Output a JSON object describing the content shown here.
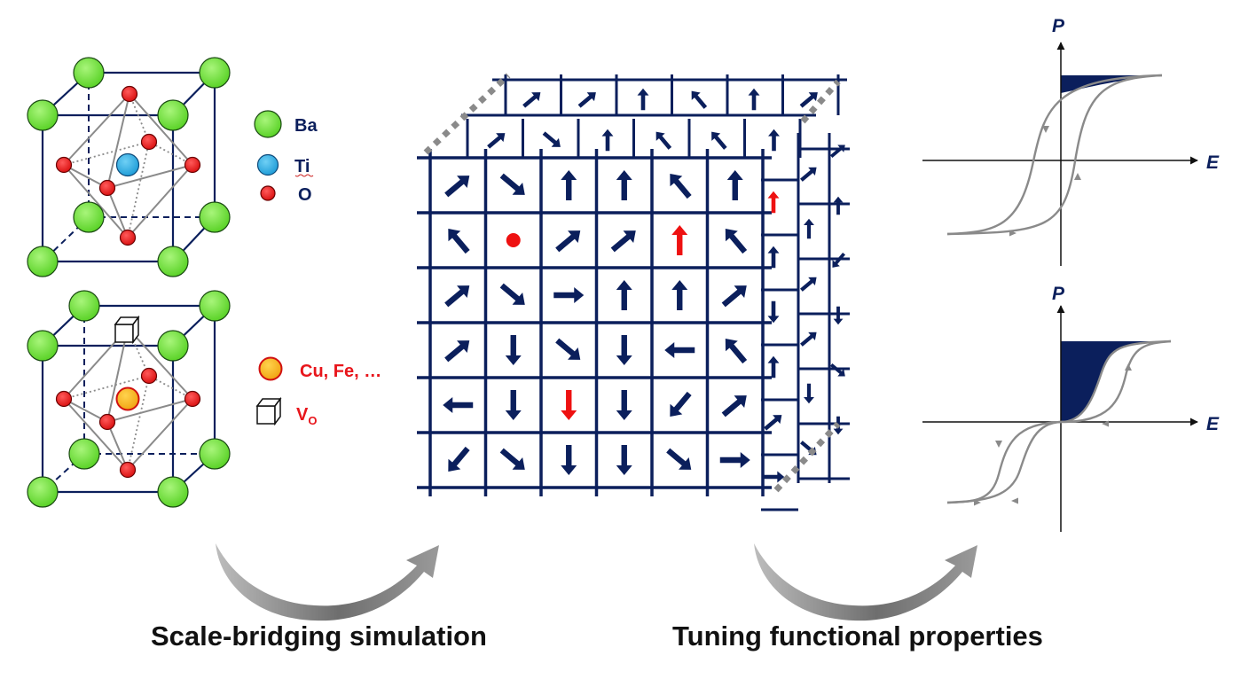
{
  "legend": {
    "ba": "Ba",
    "ti": "Ti",
    "o": "O",
    "dopant": "Cu, Fe, …",
    "vacancy_main": "V",
    "vacancy_sub": "O"
  },
  "loops": {
    "top": {
      "y_label": "P",
      "x_label": "E"
    },
    "bottom": {
      "y_label": "P",
      "x_label": "E"
    }
  },
  "captions": {
    "left": "Scale-bridging simulation",
    "right": "Tuning functional properties"
  },
  "colors": {
    "ba": "#66dd33",
    "ti": "#22a8e0",
    "oxygen": "#ee1111",
    "dopant": "#f5b21e",
    "navy": "#0b1f5c",
    "defect_red": "#ee1111",
    "loop_gray": "#8a8a8a",
    "curved_arrow": "#7a7a7a"
  },
  "lattice": {
    "front_dipoles": [
      [
        "up-right",
        "down-right",
        "up",
        "up",
        "up-left",
        "up"
      ],
      [
        "up-left",
        "defect-dot",
        "up-right",
        "up-right",
        "red-up",
        "up-left"
      ],
      [
        "up-right",
        "down-right",
        "right",
        "up",
        "up",
        "up-right"
      ],
      [
        "up-right",
        "down",
        "down-right",
        "down",
        "left",
        "up-left"
      ],
      [
        "left",
        "down",
        "red-down",
        "down",
        "down-left",
        "up-right"
      ],
      [
        "down-left",
        "down-right",
        "down",
        "down",
        "down-right",
        "right"
      ]
    ],
    "top_dipoles": [
      [
        "up-right",
        "up-right",
        "up",
        "up-left",
        "up",
        "up-right"
      ],
      [
        "up-right",
        "down-right",
        "up",
        "up-left",
        "up-left",
        "up"
      ]
    ],
    "side_dipoles": [
      [
        "red-up",
        "up-right",
        "up-right"
      ],
      [
        "up",
        "up",
        "up"
      ],
      [
        "down",
        "up-right",
        "down-left"
      ],
      [
        "up",
        "up-right",
        "down"
      ],
      [
        "up-right",
        "down",
        "down-right"
      ],
      [
        "right",
        "down-right",
        "down"
      ]
    ]
  }
}
